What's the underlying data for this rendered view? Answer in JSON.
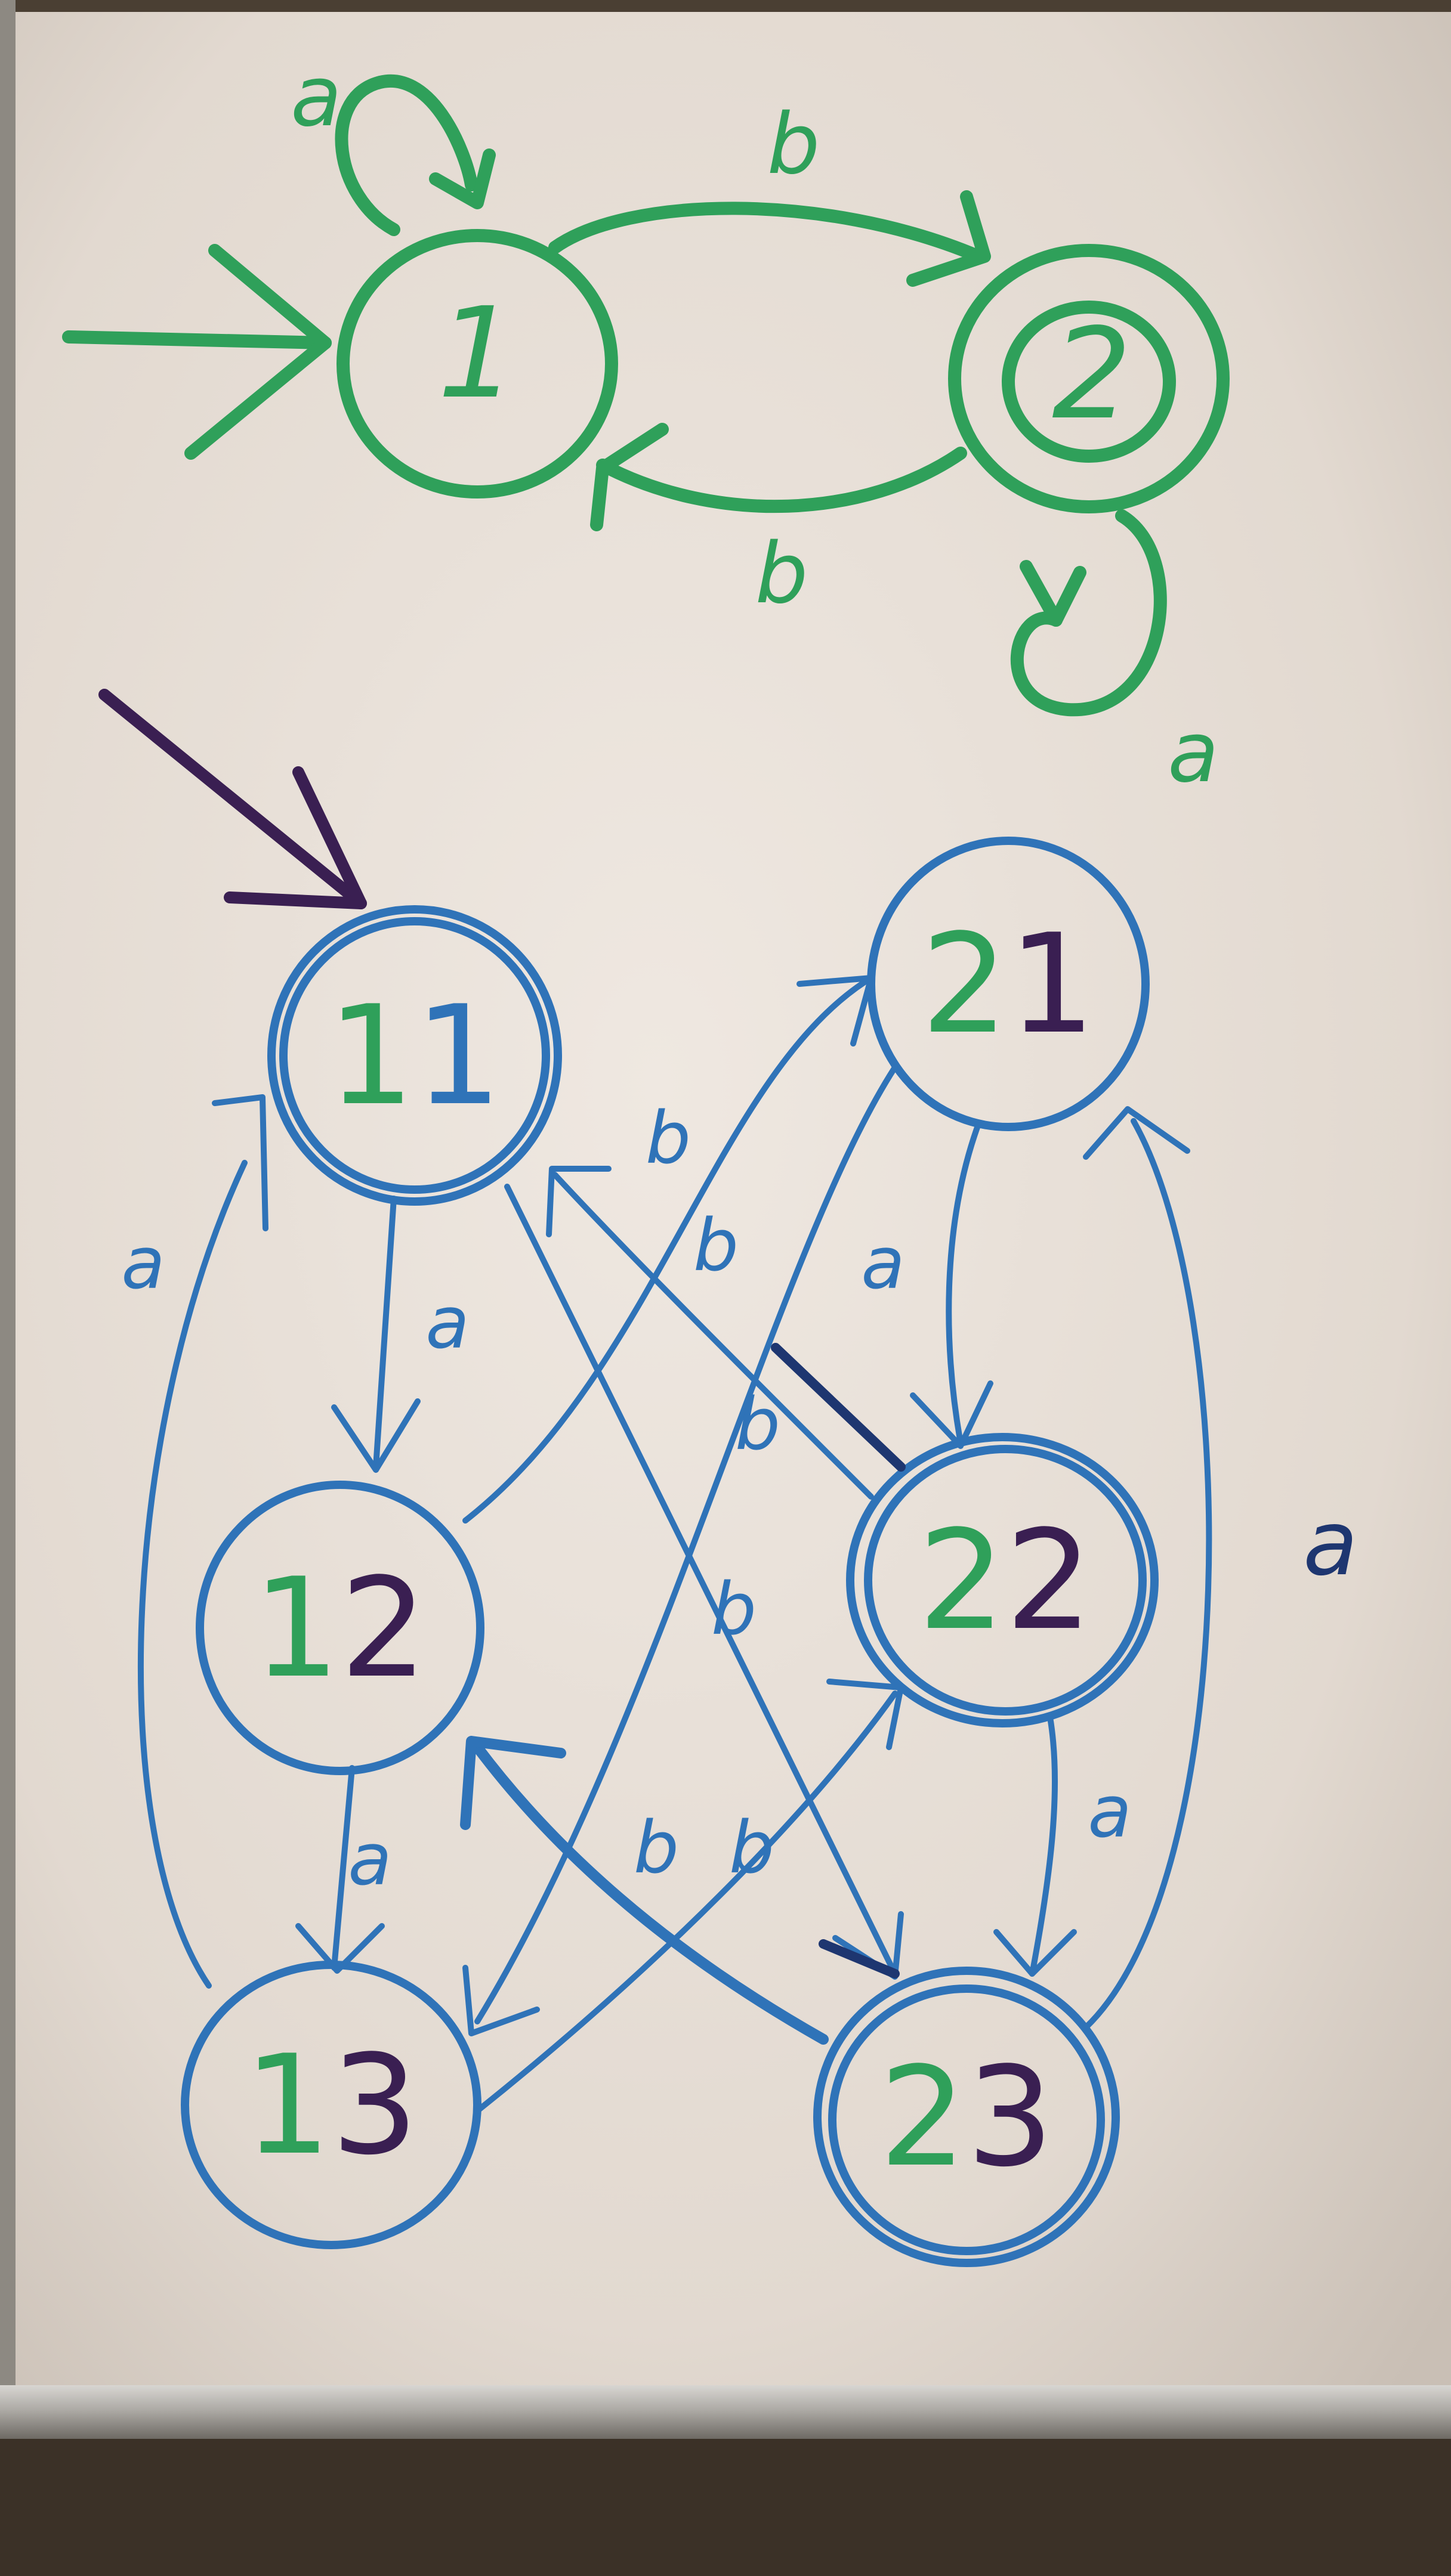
{
  "colors": {
    "green_marker": "#2fa05a",
    "blue_marker": "#2f73b8",
    "purple_marker": "#3a1f52",
    "navy_marker": "#1e3670",
    "board": "#ece4dc"
  },
  "top_automaton": {
    "states": [
      {
        "id": "s1",
        "label": "1",
        "accepting": false,
        "initial": true
      },
      {
        "id": "s2",
        "label": "2",
        "accepting": true,
        "initial": false
      }
    ],
    "transitions": [
      {
        "id": "t1",
        "from": "1",
        "to": "1",
        "label": "a"
      },
      {
        "id": "t2",
        "from": "1",
        "to": "2",
        "label": "b"
      },
      {
        "id": "t3",
        "from": "2",
        "to": "1",
        "label": "b"
      },
      {
        "id": "t4",
        "from": "2",
        "to": "2",
        "label": "a"
      }
    ]
  },
  "product_automaton": {
    "states": [
      {
        "id": "p11",
        "label_first": "1",
        "label_second": "1",
        "accepting": true,
        "initial": true
      },
      {
        "id": "p12",
        "label_first": "1",
        "label_second": "2",
        "accepting": false,
        "initial": false
      },
      {
        "id": "p13",
        "label_first": "1",
        "label_second": "3",
        "accepting": false,
        "initial": false
      },
      {
        "id": "p21",
        "label_first": "2",
        "label_second": "1",
        "accepting": false,
        "initial": false
      },
      {
        "id": "p22",
        "label_first": "2",
        "label_second": "2",
        "accepting": true,
        "initial": false
      },
      {
        "id": "p23",
        "label_first": "2",
        "label_second": "3",
        "accepting": true,
        "initial": false
      }
    ],
    "transitions": [
      {
        "id": "e1",
        "from": "11",
        "to": "12",
        "label": "a"
      },
      {
        "id": "e2",
        "from": "12",
        "to": "13",
        "label": "a"
      },
      {
        "id": "e3",
        "from": "13",
        "to": "11",
        "label": "a"
      },
      {
        "id": "e4",
        "from": "21",
        "to": "22",
        "label": "a"
      },
      {
        "id": "e5",
        "from": "22",
        "to": "23",
        "label": "a"
      },
      {
        "id": "e6",
        "from": "23",
        "to": "21",
        "label": "a"
      },
      {
        "id": "e7",
        "from": "11",
        "to": "23",
        "label": "b"
      },
      {
        "id": "e8",
        "from": "23",
        "to": "12",
        "label": "b"
      },
      {
        "id": "e9",
        "from": "12",
        "to": "21",
        "label": "b"
      },
      {
        "id": "e10",
        "from": "21",
        "to": "13",
        "label": "b"
      },
      {
        "id": "e11",
        "from": "13",
        "to": "22",
        "label": "b"
      },
      {
        "id": "e12",
        "from": "22",
        "to": "11",
        "label": "b"
      }
    ]
  }
}
